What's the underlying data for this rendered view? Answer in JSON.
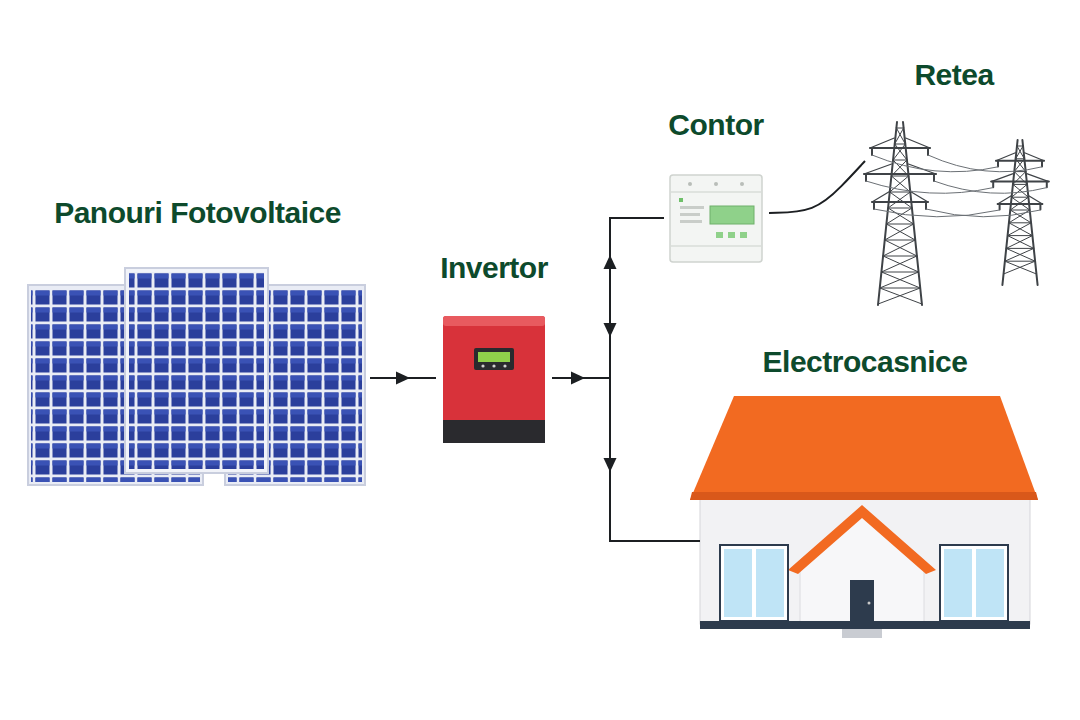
{
  "diagram": {
    "nodes": [
      {
        "text": [
          "Panouri Fotovoltaice"
        ]
      },
      {
        "text": [
          "Invertor"
        ]
      },
      {
        "text": [
          "Contor"
        ]
      },
      {
        "text": [
          "Retea"
        ]
      },
      {
        "text": [
          "Electrocasnice"
        ]
      }
    ],
    "edges": [
      {
        "from": 0,
        "to": 1,
        "arrow": "to"
      },
      {
        "from": 1,
        "to": 2,
        "arrow": "to"
      },
      {
        "from": 2,
        "to": 4,
        "arrow": "to"
      },
      {
        "from": 1,
        "to": 4,
        "arrow": "to"
      },
      {
        "from": 2,
        "to": 3,
        "arrow": "none"
      }
    ]
  }
}
